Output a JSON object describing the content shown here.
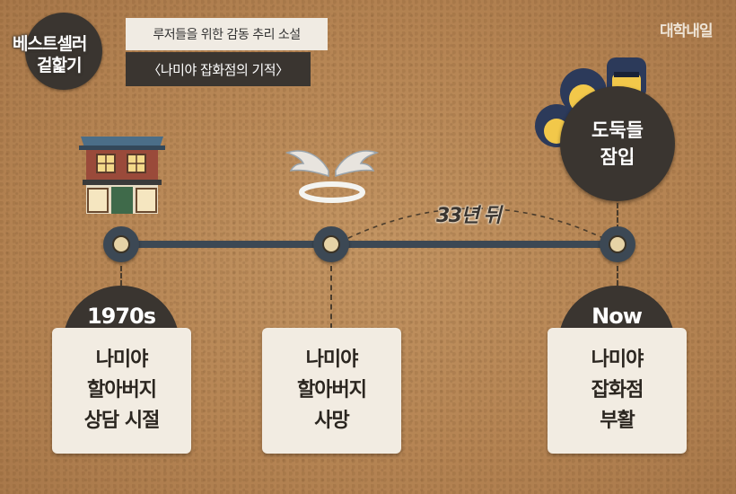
{
  "badge": {
    "line1": "베스트셀러",
    "line2": "겉핥기"
  },
  "header": {
    "subtitle": "루저들을 위한 감동 추리 소설",
    "title": "〈나미야 잡화점의 기적〉"
  },
  "brand": "대학내일",
  "timeline": {
    "gap_label": "33년 뒤",
    "event": {
      "line1": "도둑들",
      "line2": "잠입"
    },
    "stages": [
      {
        "period": "1970s",
        "lines": [
          "나미야",
          "할아버지",
          "상담 시절"
        ]
      },
      {
        "period": "",
        "lines": [
          "나미야",
          "할아버지",
          "사망"
        ]
      },
      {
        "period": "Now",
        "lines": [
          "나미야",
          "잡화점",
          "부활"
        ]
      }
    ]
  },
  "icons": [
    "house-icon",
    "angel-halo-icon",
    "thieves-icon"
  ],
  "colors": {
    "dark": "#3a3530",
    "line": "#3c4854",
    "card": "#f2ece2",
    "node_core": "#e6d3a6"
  }
}
